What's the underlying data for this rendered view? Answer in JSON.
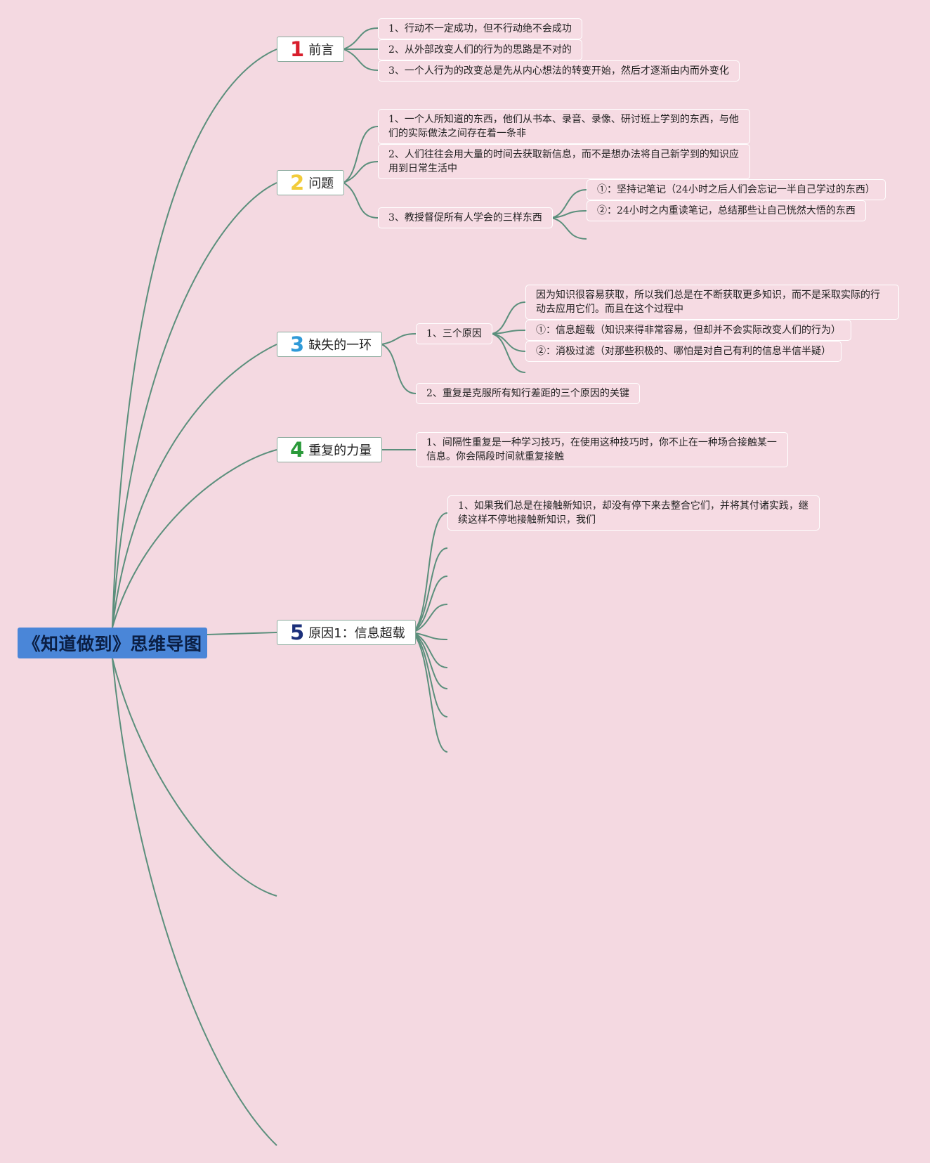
{
  "root": {
    "title": "《知道做到》思维导图"
  },
  "colors": {
    "background": "#f4d9e1",
    "root_fill": "#4a86d8",
    "connector": "#5b8f7c",
    "num1": "#d81e2c",
    "num2": "#f2cc3a",
    "num3": "#2f9ad8",
    "num4": "#2a9a3a",
    "num5": "#1b2f7a"
  },
  "branches": [
    {
      "number": "1",
      "label": "前言",
      "children": [
        "1、行动不一定成功，但不行动绝不会成功",
        "2、从外部改变人们的行为的思路是不对的",
        "3、一个人行为的改变总是先从内心想法的转变开始，然后才逐渐由内而外变化"
      ]
    },
    {
      "number": "2",
      "label": "问题",
      "children": [
        "1、一个人所知道的东西，他们从书本、录音、录像、研讨班上学到的东西，与他们的实际做法之间存在着一条非",
        "2、人们往往会用大量的时间去获取新信息，而不是想办法将自己新学到的知识应用到日常生活中",
        "3、教授督促所有人学会的三样东西"
      ],
      "sub": [
        "①：坚持记笔记（24小时之后人们会忘记一半自己学过的东西）",
        "②：24小时之内重读笔记，总结那些让自己恍然大悟的东西"
      ]
    },
    {
      "number": "3",
      "label": "缺失的一环",
      "children": [
        "1、三个原因",
        "2、重复是克服所有知行差距的三个原因的关键"
      ],
      "sub": [
        "因为知识很容易获取，所以我们总是在不断获取更多知识，而不是采取实际的行动去应用它们。而且在这个过程中",
        "①：信息超载（知识来得非常容易，但却并不会实际改变人们的行为）",
        "②：消极过滤（对那些积极的、哪怕是对自己有利的信息半信半疑）"
      ]
    },
    {
      "number": "4",
      "label": "重复的力量",
      "children": [
        "1、间隔性重复是一种学习技巧，在使用这种技巧时，你不止在一种场合接触某一信息。你会隔段时间就重复接触"
      ]
    },
    {
      "number": "5",
      "label": "原因1：信息超载",
      "children": [
        "1、如果我们总是在接触新知识，却没有停下来去整合它们，并将其付诸实践，继续这样不停地接触新知识，我们"
      ]
    }
  ]
}
